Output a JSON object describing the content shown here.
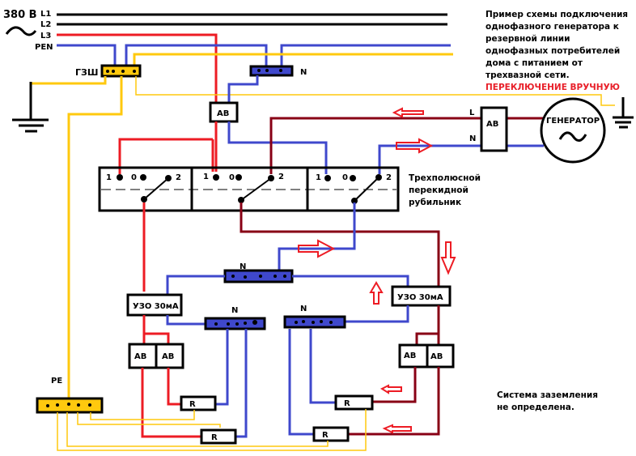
{
  "colors": {
    "L1": "#000000",
    "L2": "#000000",
    "L3": "#ed1c24",
    "PEN": "#3f48cc",
    "PE": "#ffc90e",
    "generator_L": "#880015",
    "arrow": "#ed1c24",
    "bus_N": "#3f48cc",
    "bus_PE": "#ffc90e"
  },
  "supply": {
    "voltage_label": "380 В",
    "lines": [
      "L1",
      "L2",
      "L3",
      "PEN"
    ]
  },
  "labels": {
    "gzsh": "ГЗШ",
    "n_top": "N",
    "breaker_main": "АВ",
    "gen_breaker": "АВ",
    "gen_L": "L",
    "gen_N": "N",
    "generator": "ГЕНЕРАТОР",
    "switch_caption": [
      "Трехполюсной",
      "перекидной",
      "рубильник"
    ],
    "n_middle": "N",
    "rcd_left": "УЗО 30мА",
    "rcd_right": "УЗО 30мА",
    "n_left": "N",
    "n_right": "N",
    "breakers_left": [
      "АВ",
      "АВ"
    ],
    "breakers_right": [
      "АВ",
      "АВ"
    ],
    "pe_bus": "PE",
    "loads": [
      "R",
      "R",
      "R",
      "R"
    ]
  },
  "switch": {
    "poles": [
      {
        "pos1": "1",
        "pos0": "0",
        "pos2": "2"
      },
      {
        "pos1": "1",
        "pos0": "0",
        "pos2": "2"
      },
      {
        "pos1": "1",
        "pos0": "0",
        "pos2": "2"
      }
    ]
  },
  "description": {
    "lines": [
      "Пример схемы подключения",
      "однофазного генератора к",
      "резервной линии",
      "однофазных потребителей",
      "дома с питанием от",
      "трехвазной сети."
    ],
    "highlight": "ПЕРЕКЛЮЧЕНИЕ ВРУЧНУЮ"
  },
  "grounding_note": [
    "Система заземления",
    "не определена."
  ]
}
